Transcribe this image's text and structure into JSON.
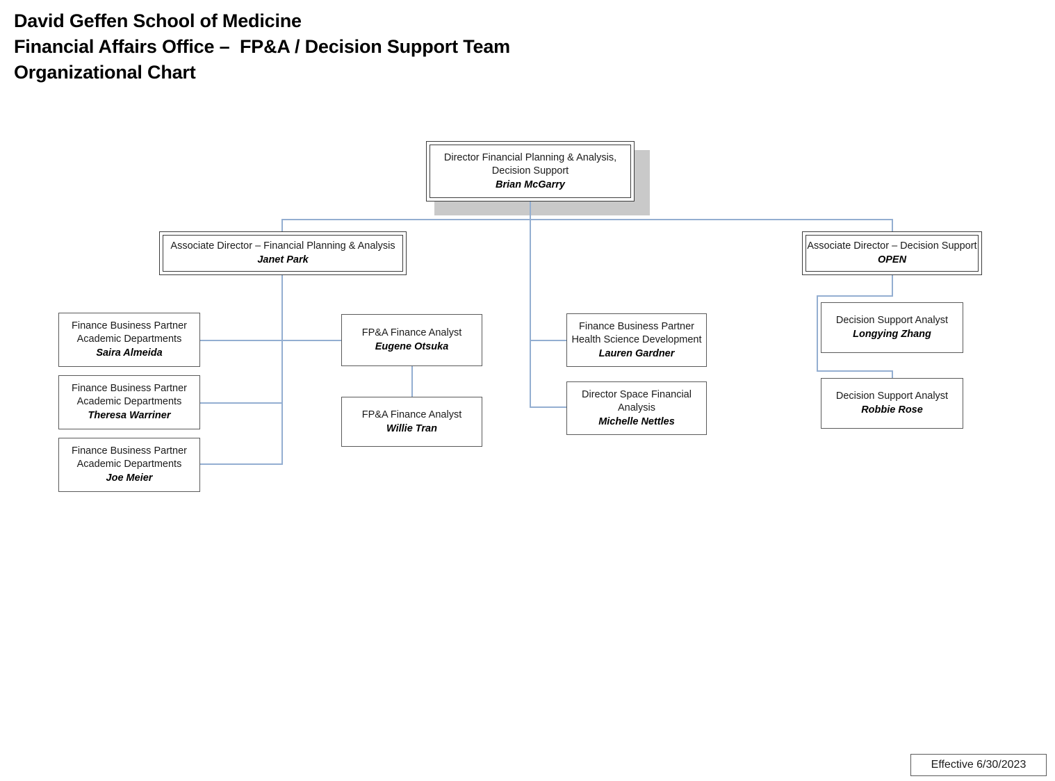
{
  "title": {
    "line1": "David Geffen School of Medicine",
    "line2": "Financial Affairs Office –  FP&A / Decision Support Team",
    "line3": "Organizational Chart"
  },
  "colors": {
    "connector": "#93aed1",
    "box_border": "#595959",
    "leadership_border": "#3b3b3b",
    "shadow": "#c9c9c9",
    "background": "#ffffff",
    "text": "#1a1a1a"
  },
  "chart_data": {
    "type": "diagram",
    "subtype": "org-chart",
    "root": "brian-mcgarry",
    "edges": [
      {
        "from": "brian-mcgarry",
        "to": "janet-park"
      },
      {
        "from": "brian-mcgarry",
        "to": "open-decision-support"
      },
      {
        "from": "brian-mcgarry",
        "to": "lauren-gardner"
      },
      {
        "from": "brian-mcgarry",
        "to": "michelle-nettles"
      },
      {
        "from": "janet-park",
        "to": "saira-almeida"
      },
      {
        "from": "janet-park",
        "to": "theresa-warriner"
      },
      {
        "from": "janet-park",
        "to": "joe-meier"
      },
      {
        "from": "janet-park",
        "to": "eugene-otsuka"
      },
      {
        "from": "eugene-otsuka",
        "to": "willie-tran"
      },
      {
        "from": "open-decision-support",
        "to": "longying-zhang"
      },
      {
        "from": "open-decision-support",
        "to": "robbie-rose"
      }
    ]
  },
  "nodes": {
    "root": {
      "id": "brian-mcgarry",
      "role": "Director Financial Planning & Analysis,\nDecision Support",
      "person": "Brian McGarry"
    },
    "assoc_fpa": {
      "id": "janet-park",
      "role": "Associate Director – Financial Planning & Analysis",
      "person": "Janet Park"
    },
    "assoc_ds": {
      "id": "open-decision-support",
      "role": "Associate Director – Decision Support",
      "person": "OPEN"
    },
    "fbp_1": {
      "id": "saira-almeida",
      "role": "Finance Business Partner\nAcademic Departments",
      "person": "Saira Almeida"
    },
    "fbp_2": {
      "id": "theresa-warriner",
      "role": "Finance Business Partner\nAcademic Departments",
      "person": "Theresa Warriner"
    },
    "fbp_3": {
      "id": "joe-meier",
      "role": "Finance Business Partner\nAcademic Departments",
      "person": "Joe Meier"
    },
    "analyst_1": {
      "id": "eugene-otsuka",
      "role": "FP&A Finance Analyst",
      "person": "Eugene Otsuka"
    },
    "analyst_2": {
      "id": "willie-tran",
      "role": "FP&A Finance Analyst",
      "person": "Willie Tran"
    },
    "fbp_hsd": {
      "id": "lauren-gardner",
      "role": "Finance Business Partner\nHealth Science Development",
      "person": "Lauren Gardner"
    },
    "dir_space": {
      "id": "michelle-nettles",
      "role": "Director Space Financial\nAnalysis",
      "person": "Michelle Nettles"
    },
    "ds_analyst_1": {
      "id": "longying-zhang",
      "role": "Decision Support Analyst",
      "person": "Longying Zhang"
    },
    "ds_analyst_2": {
      "id": "robbie-rose",
      "role": "Decision Support Analyst",
      "person": "Robbie Rose"
    }
  },
  "footer": {
    "effective": "Effective 6/30/2023"
  }
}
